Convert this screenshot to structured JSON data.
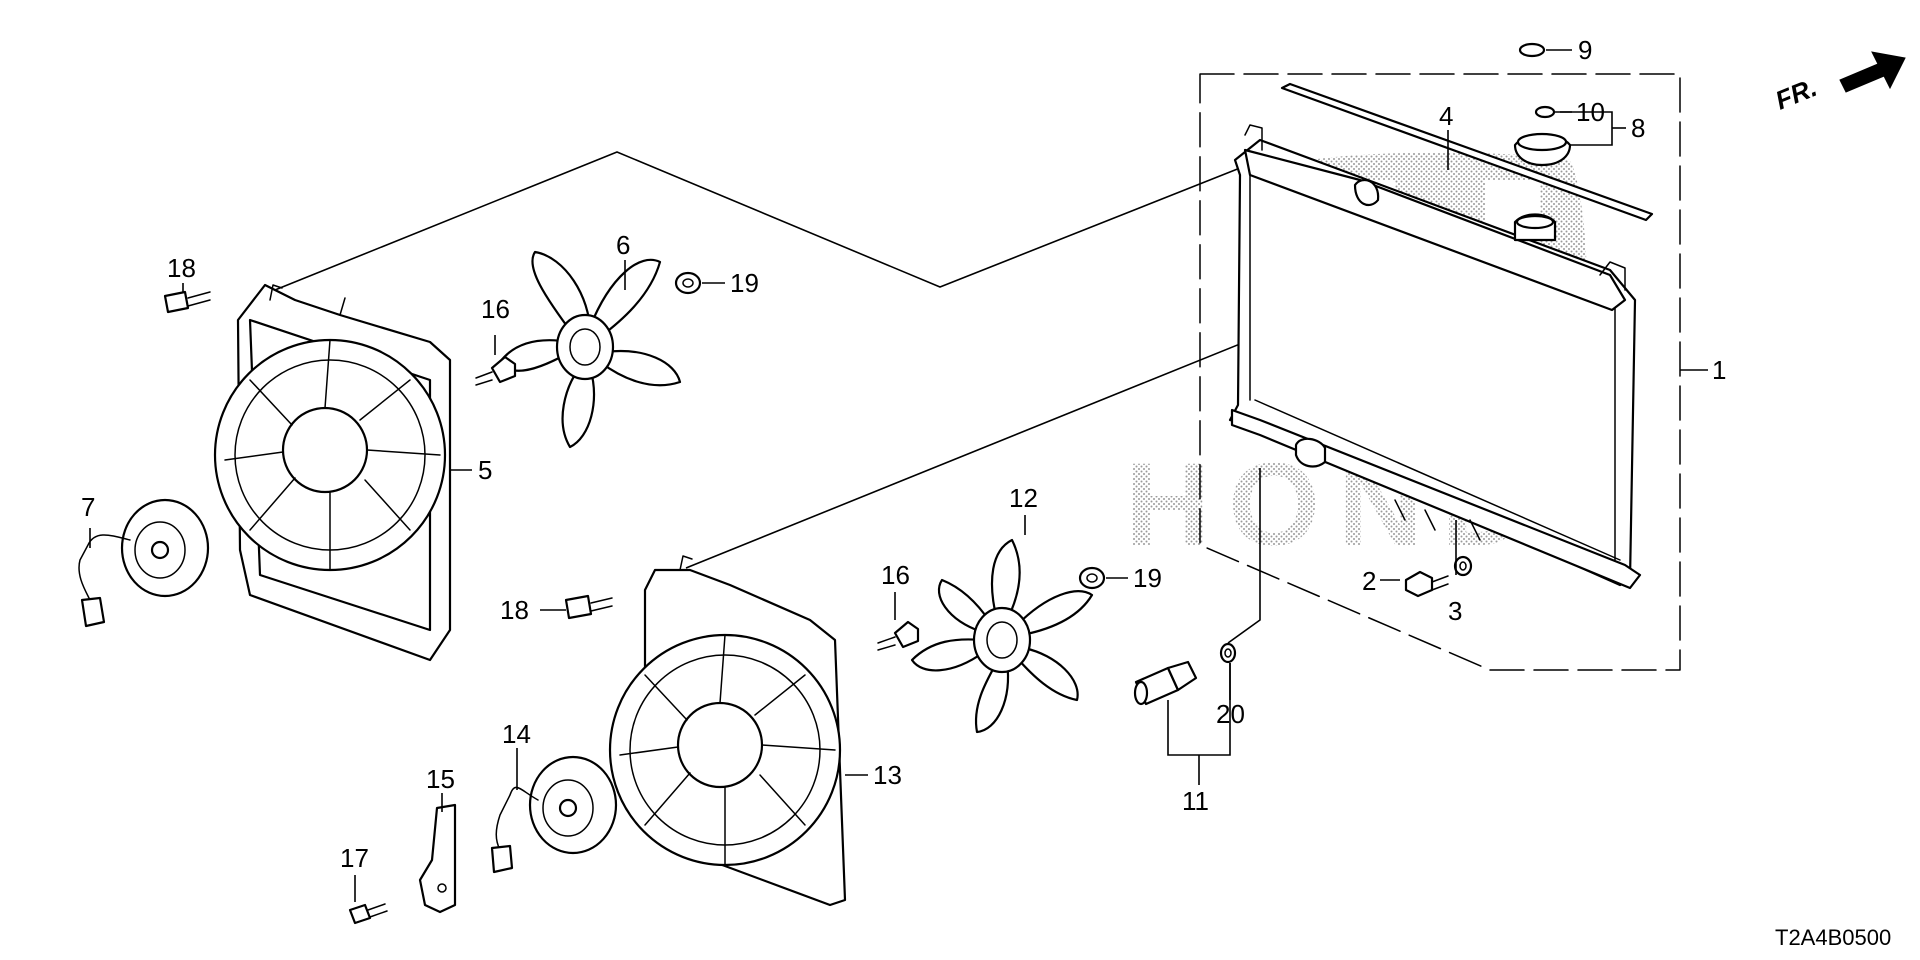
{
  "diagram": {
    "code": "T2A4B0500",
    "direction_label": "FR.",
    "watermark": "HONDA",
    "callouts": [
      {
        "id": "1",
        "label": "1"
      },
      {
        "id": "2",
        "label": "2"
      },
      {
        "id": "3",
        "label": "3"
      },
      {
        "id": "4",
        "label": "4"
      },
      {
        "id": "5",
        "label": "5"
      },
      {
        "id": "6",
        "label": "6"
      },
      {
        "id": "7",
        "label": "7"
      },
      {
        "id": "8",
        "label": "8"
      },
      {
        "id": "9",
        "label": "9"
      },
      {
        "id": "10",
        "label": "10"
      },
      {
        "id": "11",
        "label": "11"
      },
      {
        "id": "12",
        "label": "12"
      },
      {
        "id": "13",
        "label": "13"
      },
      {
        "id": "14",
        "label": "14"
      },
      {
        "id": "15",
        "label": "15"
      },
      {
        "id": "16a",
        "label": "16"
      },
      {
        "id": "16b",
        "label": "16"
      },
      {
        "id": "17",
        "label": "17"
      },
      {
        "id": "18a",
        "label": "18"
      },
      {
        "id": "18b",
        "label": "18"
      },
      {
        "id": "19a",
        "label": "19"
      },
      {
        "id": "19b",
        "label": "19"
      },
      {
        "id": "20",
        "label": "20"
      }
    ]
  }
}
